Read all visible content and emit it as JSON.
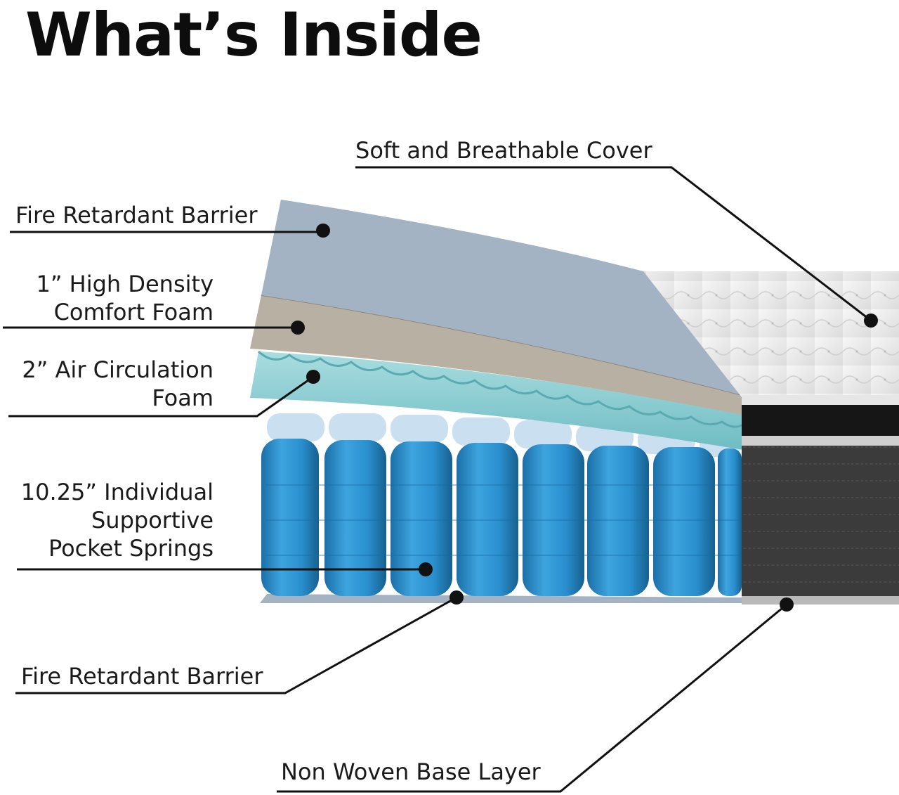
{
  "title": "What’s Inside",
  "labels": {
    "cover": "Soft and Breathable Cover",
    "fire_top": "Fire Retardant Barrier",
    "comfort_foam": [
      "1” High Density",
      "Comfort Foam"
    ],
    "air_foam": [
      "2” Air Circulation",
      "Foam"
    ],
    "springs": [
      "10.25” Individual",
      "Supportive",
      "Pocket Springs"
    ],
    "fire_bottom": "Fire Retardant Barrier",
    "base": "Non Woven Base Layer"
  },
  "colors": {
    "barrier_gray_blue": "#a3b3c4",
    "comfort_foam": "#b8b0a3",
    "air_foam": "#8fcfd3",
    "springs": "#2a8fce",
    "cover_quilt": "#eeeeee",
    "side_panel": "#3a3a3a",
    "leader_line": "#111111"
  }
}
